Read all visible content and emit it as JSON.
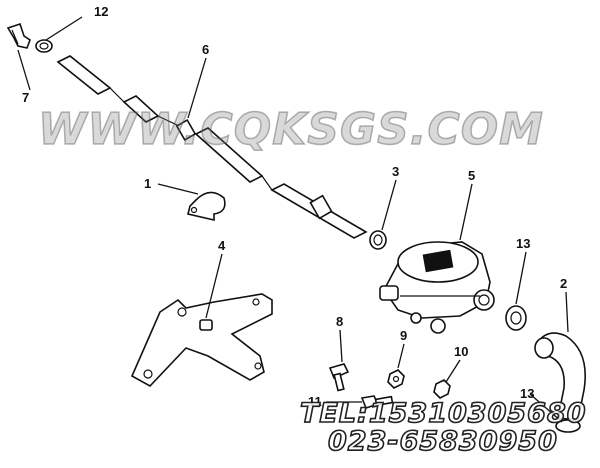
{
  "watermark": {
    "site": "WWW.CQKSGS.COM",
    "tel": "TEL:15310305680",
    "phone": "023-65830950"
  },
  "callouts": [
    "12",
    "7",
    "6",
    "1",
    "3",
    "5",
    "4",
    "13",
    "2",
    "8",
    "9",
    "10",
    "11",
    "13"
  ]
}
